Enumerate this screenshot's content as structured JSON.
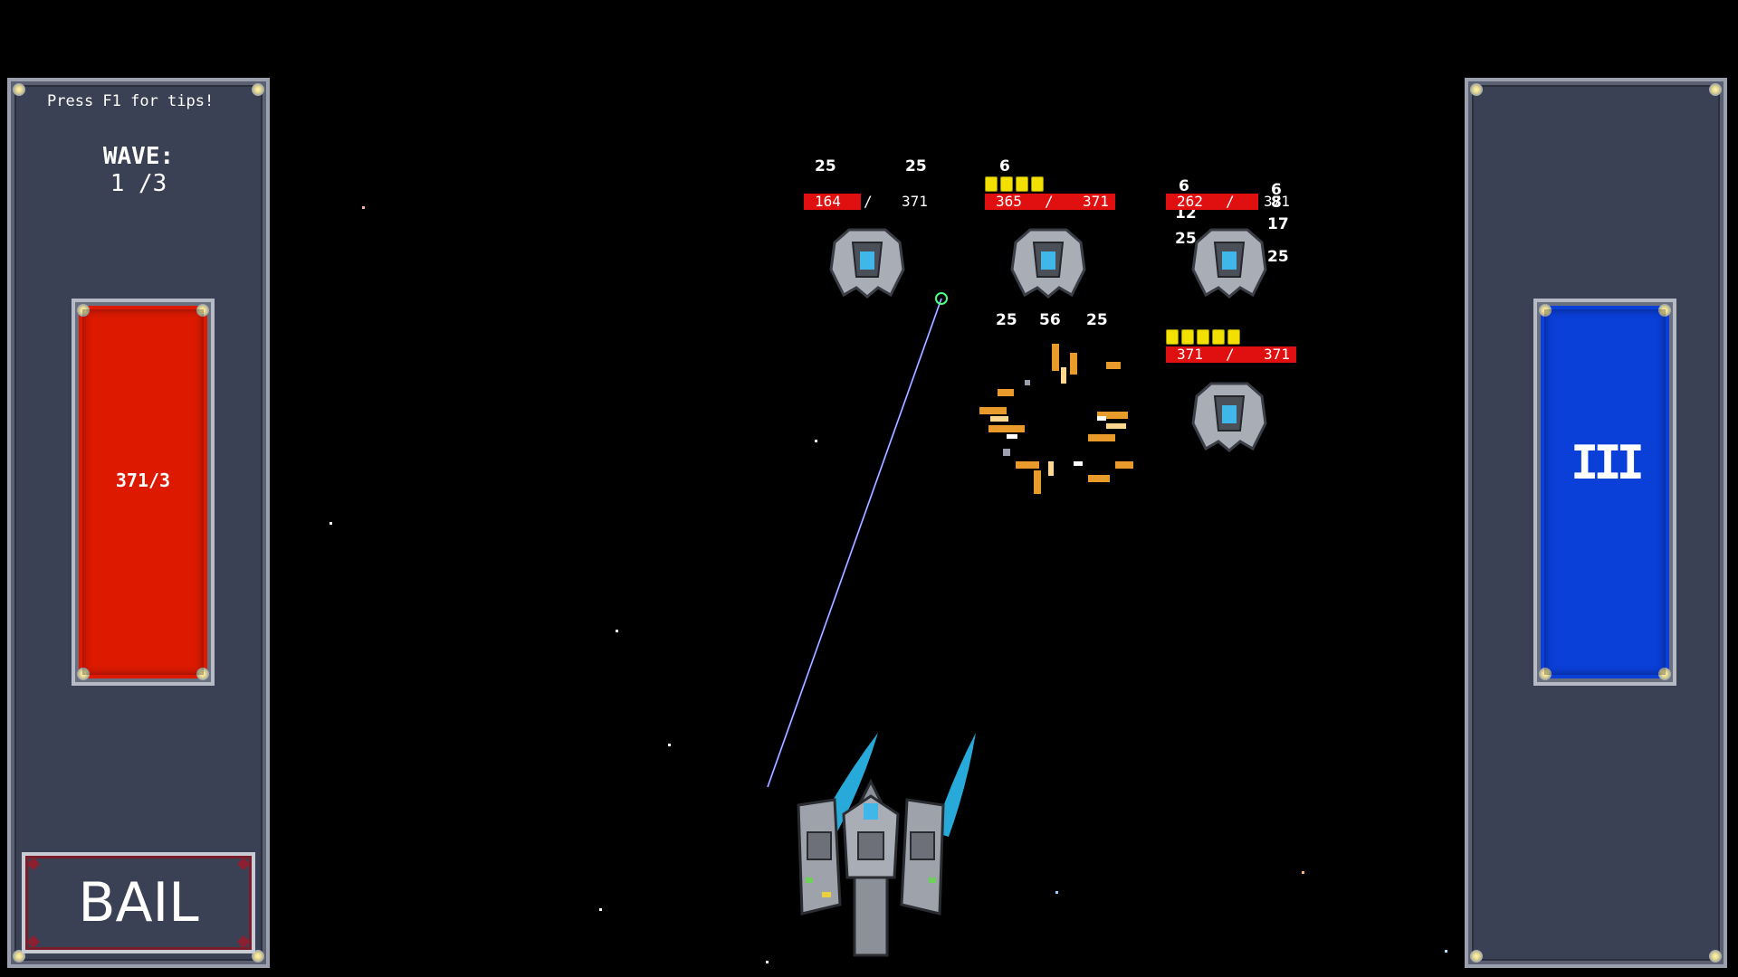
{
  "hud": {
    "tips": "Press F1 for tips!",
    "wave_label": "WAVE:",
    "wave_value": "1 /3",
    "bail_label": "BAIL",
    "health_text": "371/3",
    "shield_text": "III"
  },
  "colors": {
    "panel": "#3b4154",
    "health": "#dd1a00",
    "shield": "#0a3fd8",
    "enemy_hp_bar": "#e01010",
    "shield_pip": "#f2e000",
    "laser": "#4b5cff"
  },
  "enemies": [
    {
      "hp_current": "164",
      "hp_max": "371",
      "separator": "/",
      "hp_fraction": 0.44,
      "pips": 0
    },
    {
      "hp_current": "365",
      "hp_max": "371",
      "separator": "/",
      "hp_fraction": 0.98,
      "pips": 4
    },
    {
      "hp_current": "262",
      "hp_max": "371",
      "separator": "/",
      "hp_fraction": 0.71,
      "pips": 0
    },
    {
      "hp_current": "371",
      "hp_max": "371",
      "separator": "/",
      "hp_fraction": 1.0,
      "pips": 5
    }
  ],
  "damage_numbers": [
    "25",
    "25",
    "6",
    "6",
    "8",
    "12",
    "25",
    "6",
    "8",
    "17",
    "25",
    "25",
    "56",
    "25"
  ],
  "icons": {
    "enemy": "enemy-ship-icon",
    "player": "player-ship-icon",
    "explosion": "explosion-icon"
  }
}
